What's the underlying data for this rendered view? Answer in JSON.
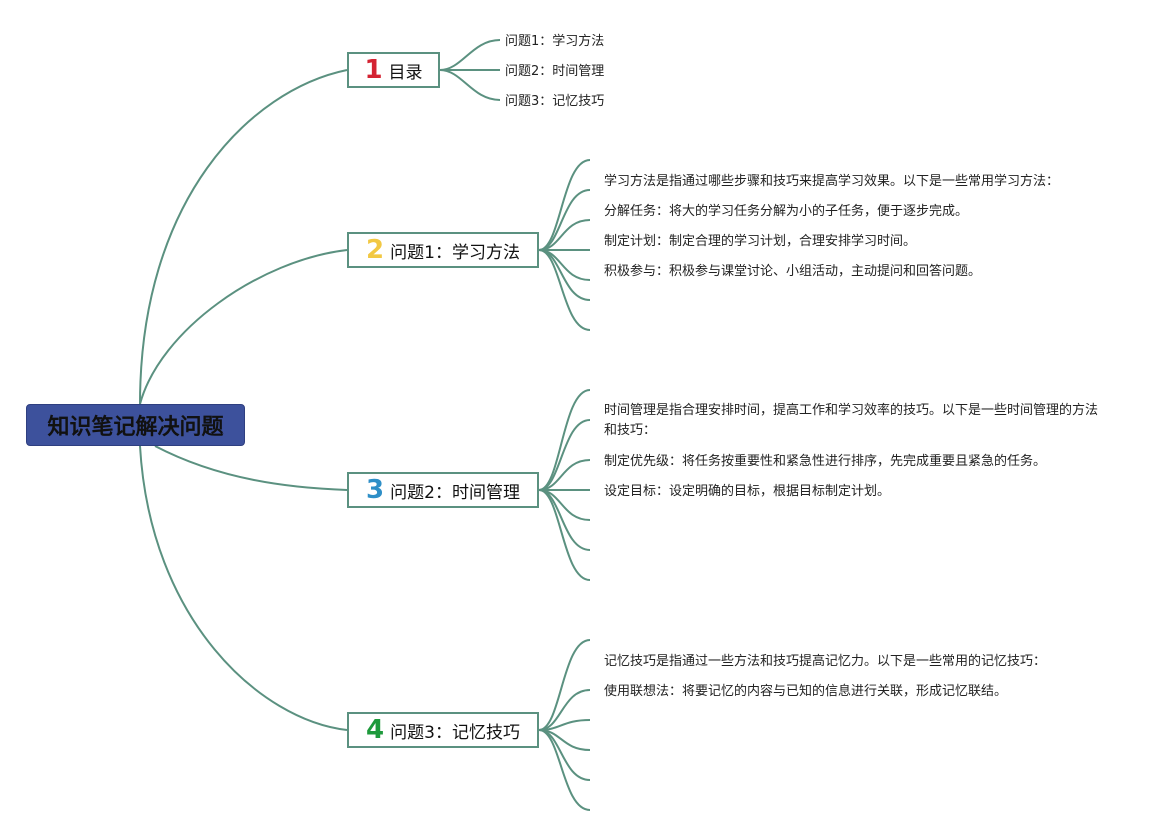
{
  "root": {
    "label": "知识笔记解决问题"
  },
  "branches": [
    {
      "number": "1",
      "number_color": "#d42332",
      "label": "目录",
      "leaves": [
        "问题1：学习方法",
        "问题2：时间管理",
        "问题3：记忆技巧"
      ]
    },
    {
      "number": "2",
      "number_color": "#f2c843",
      "label": "问题1：学习方法",
      "leaves": [
        "学习方法是指通过哪些步骤和技巧来提高学习效果。以下是一些常用学习方法：",
        "分解任务：将大的学习任务分解为小的子任务，便于逐步完成。",
        "制定计划：制定合理的学习计划，合理安排学习时间。",
        "积极参与：积极参与课堂讨论、小组活动，主动提问和回答问题。"
      ]
    },
    {
      "number": "3",
      "number_color": "#2e8fc7",
      "label": "问题2：时间管理",
      "leaves": [
        "时间管理是指合理安排时间，提高工作和学习效率的技巧。以下是一些时间管理的方法和技巧：",
        "制定优先级：将任务按重要性和紧急性进行排序，先完成重要且紧急的任务。",
        "设定目标：设定明确的目标，根据目标制定计划。"
      ]
    },
    {
      "number": "4",
      "number_color": "#1e9a3c",
      "label": "问题3：记忆技巧",
      "leaves": [
        "记忆技巧是指通过一些方法和技巧提高记忆力。以下是一些常用的记忆技巧：",
        "使用联想法：将要记忆的内容与已知的信息进行关联，形成记忆联结。"
      ]
    }
  ],
  "colors": {
    "link": "#5b9180",
    "root_fill": "#3d519c",
    "box_border": "#5b9180"
  }
}
